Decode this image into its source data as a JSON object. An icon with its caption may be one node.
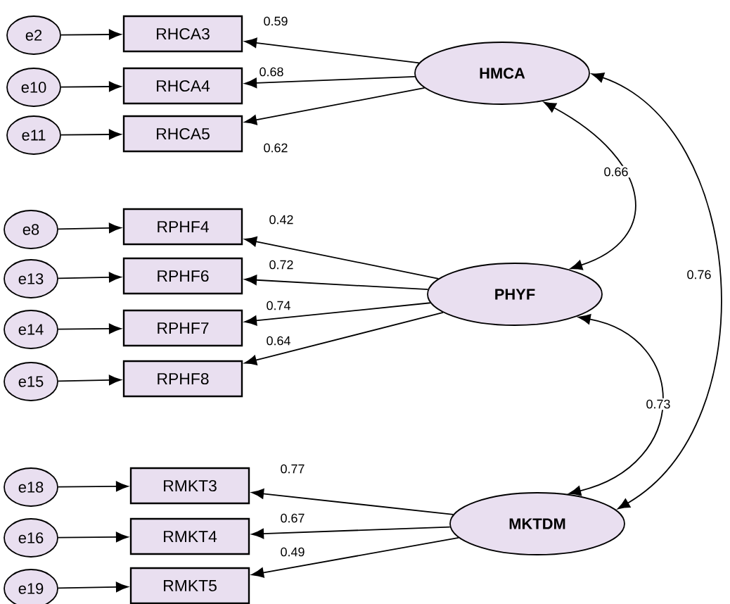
{
  "diagram": {
    "nodes": [
      {
        "text": [
          "HMCA"
        ]
      },
      {
        "text": [
          "PHYF"
        ]
      },
      {
        "text": [
          "MKTDM"
        ]
      },
      {
        "text": [
          "RHCA3"
        ]
      },
      {
        "text": [
          "RHCA4"
        ]
      },
      {
        "text": [
          "RHCA5"
        ]
      },
      {
        "text": [
          "RPHF4"
        ]
      },
      {
        "text": [
          "RPHF6"
        ]
      },
      {
        "text": [
          "RPHF7"
        ]
      },
      {
        "text": [
          "RPHF8"
        ]
      },
      {
        "text": [
          "RMKT3"
        ]
      },
      {
        "text": [
          "RMKT4"
        ]
      },
      {
        "text": [
          "RMKT5"
        ]
      },
      {
        "text": [
          "e2"
        ]
      },
      {
        "text": [
          "e10"
        ]
      },
      {
        "text": [
          "e11"
        ]
      },
      {
        "text": [
          "e8"
        ]
      },
      {
        "text": [
          "e13"
        ]
      },
      {
        "text": [
          "e14"
        ]
      },
      {
        "text": [
          "e15"
        ]
      },
      {
        "text": [
          "e18"
        ]
      },
      {
        "text": [
          "e16"
        ]
      },
      {
        "text": [
          "e19"
        ]
      }
    ],
    "edges": [
      {
        "from": 13,
        "to": 3,
        "arrow": "to"
      },
      {
        "from": 14,
        "to": 4,
        "arrow": "to"
      },
      {
        "from": 15,
        "to": 5,
        "arrow": "to"
      },
      {
        "from": 16,
        "to": 6,
        "arrow": "to"
      },
      {
        "from": 17,
        "to": 7,
        "arrow": "to"
      },
      {
        "from": 18,
        "to": 8,
        "arrow": "to"
      },
      {
        "from": 19,
        "to": 9,
        "arrow": "to"
      },
      {
        "from": 20,
        "to": 10,
        "arrow": "to"
      },
      {
        "from": 21,
        "to": 11,
        "arrow": "to"
      },
      {
        "from": 22,
        "to": 12,
        "arrow": "to"
      },
      {
        "from": 0,
        "to": 3,
        "arrow": "to",
        "label": "0.59"
      },
      {
        "from": 0,
        "to": 4,
        "arrow": "to",
        "label": "0.68"
      },
      {
        "from": 0,
        "to": 5,
        "arrow": "to",
        "label": "0.62"
      },
      {
        "from": 1,
        "to": 6,
        "arrow": "to",
        "label": "0.42"
      },
      {
        "from": 1,
        "to": 7,
        "arrow": "to",
        "label": "0.72"
      },
      {
        "from": 1,
        "to": 8,
        "arrow": "to",
        "label": "0.74"
      },
      {
        "from": 1,
        "to": 9,
        "arrow": "to",
        "label": "0.64"
      },
      {
        "from": 2,
        "to": 10,
        "arrow": "to",
        "label": "0.77"
      },
      {
        "from": 2,
        "to": 11,
        "arrow": "to",
        "label": "0.67"
      },
      {
        "from": 2,
        "to": 12,
        "arrow": "to",
        "label": "0.49"
      },
      {
        "from": 0,
        "to": 1,
        "arrow": "both",
        "label": "0.66"
      },
      {
        "from": 1,
        "to": 2,
        "arrow": "both",
        "label": "0.73"
      },
      {
        "from": 0,
        "to": 2,
        "arrow": "both",
        "label": "0.76"
      }
    ]
  }
}
